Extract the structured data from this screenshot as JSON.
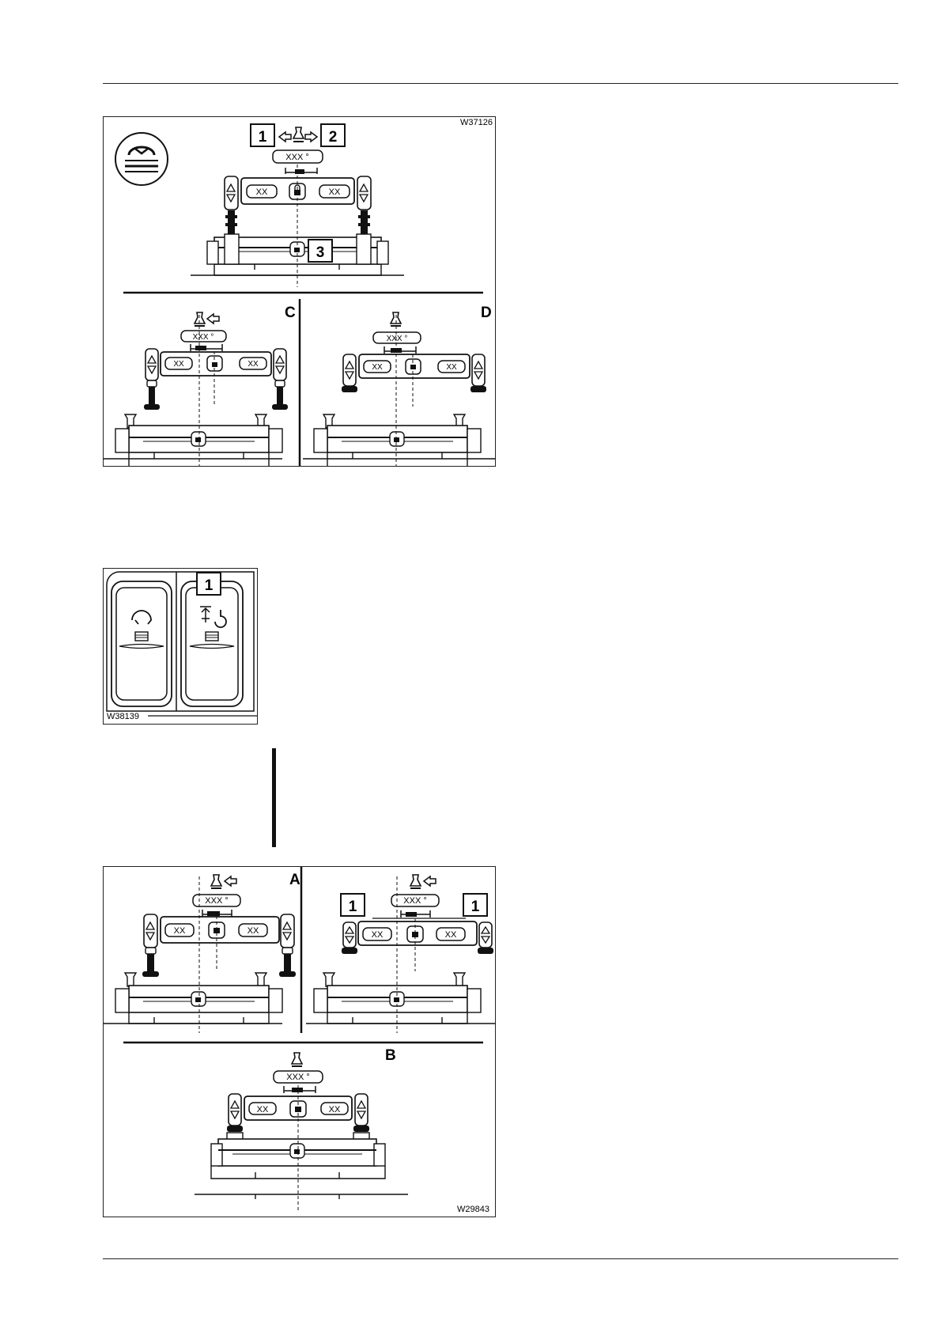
{
  "figures": {
    "fig1": {
      "code": "W37126",
      "callouts": [
        "1",
        "2",
        "3"
      ],
      "panel_labels": [
        "C",
        "D"
      ],
      "angle_text": "XXX °",
      "field_text": "XX"
    },
    "fig2": {
      "code": "W38139",
      "callouts": [
        "1"
      ]
    },
    "fig3": {
      "code": "W29843",
      "callouts": [
        "1"
      ],
      "panel_labels": [
        "A",
        "B"
      ],
      "angle_text": "XXX °",
      "field_text": "XX"
    }
  }
}
